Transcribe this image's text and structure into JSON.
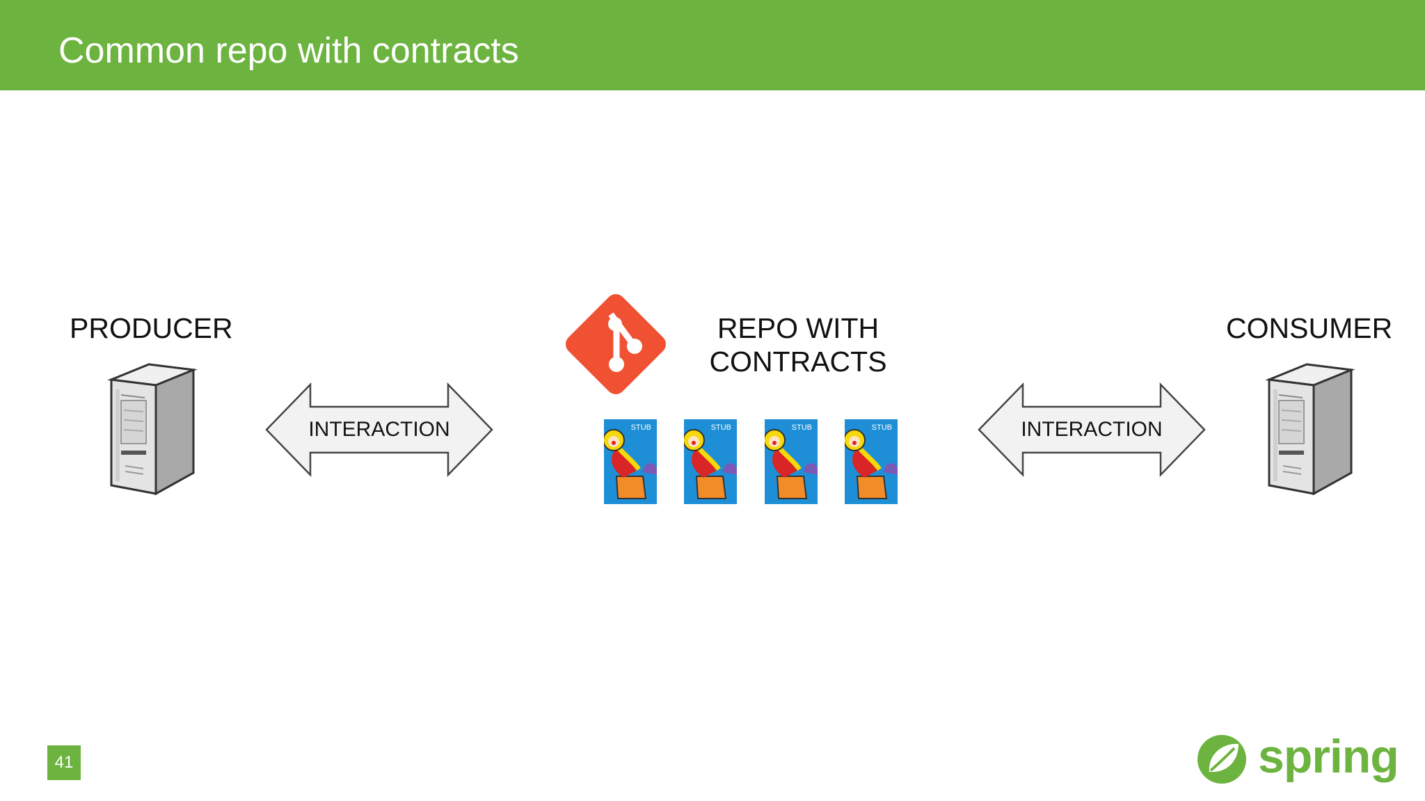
{
  "slide": {
    "title": "Common repo with contracts",
    "page_number": "41"
  },
  "producer": {
    "label": "PRODUCER",
    "icon": "server-tower-icon"
  },
  "consumer": {
    "label": "CONSUMER",
    "icon": "server-tower-icon"
  },
  "repo": {
    "label_line1": "REPO WITH",
    "label_line2": "CONTRACTS",
    "icon": "git-logo-icon"
  },
  "interactions": [
    {
      "label": "INTERACTION"
    },
    {
      "label": "INTERACTION"
    }
  ],
  "stubs": [
    {
      "label": "STUB"
    },
    {
      "label": "STUB"
    },
    {
      "label": "STUB"
    },
    {
      "label": "STUB"
    }
  ],
  "brand": {
    "name": "spring",
    "accent_color": "#6db33f",
    "git_color": "#f05133",
    "stub_color": "#1e8fd6"
  }
}
